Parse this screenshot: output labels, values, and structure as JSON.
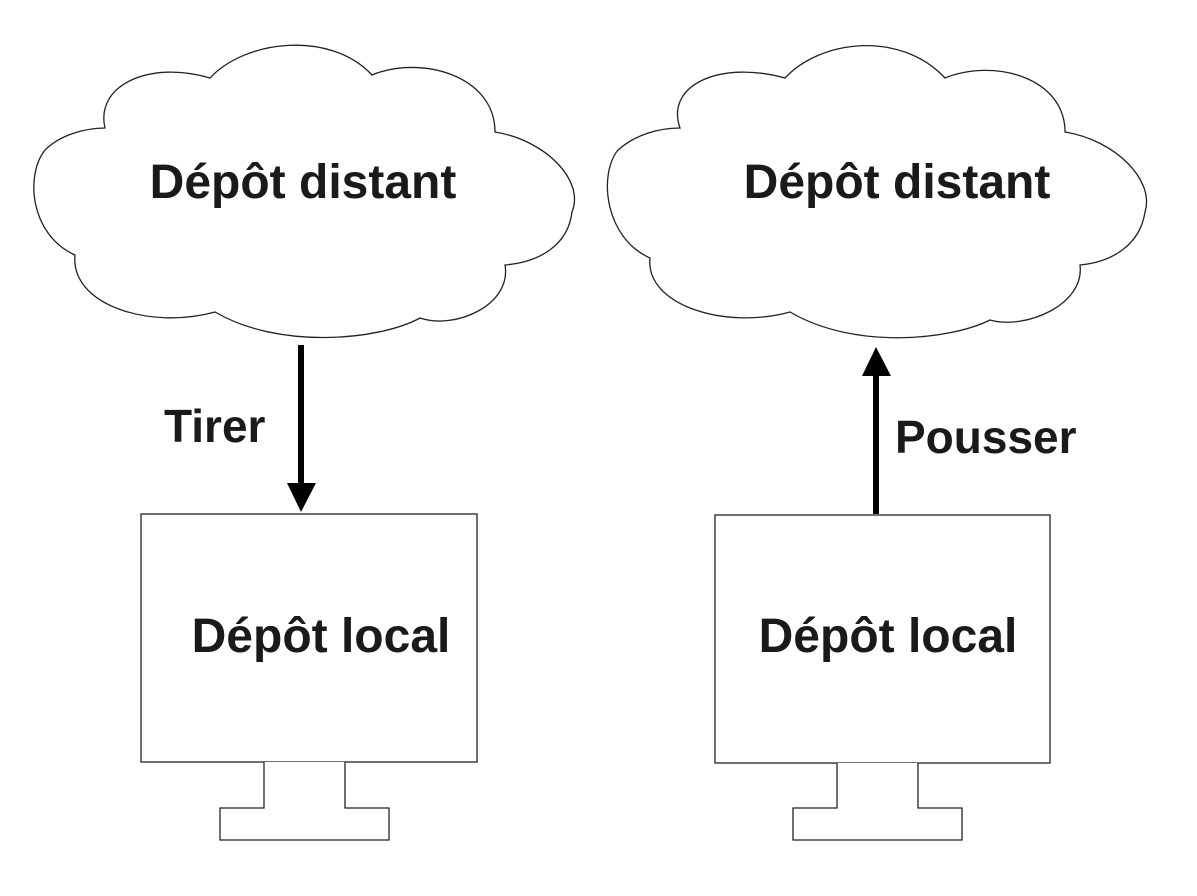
{
  "diagram": {
    "left": {
      "remote_label": "Dépôt distant",
      "local_label": "Dépôt local",
      "action_label": "Tirer",
      "direction": "down"
    },
    "right": {
      "remote_label": "Dépôt distant",
      "local_label": "Dépôt local",
      "action_label": "Pousser",
      "direction": "up"
    }
  }
}
